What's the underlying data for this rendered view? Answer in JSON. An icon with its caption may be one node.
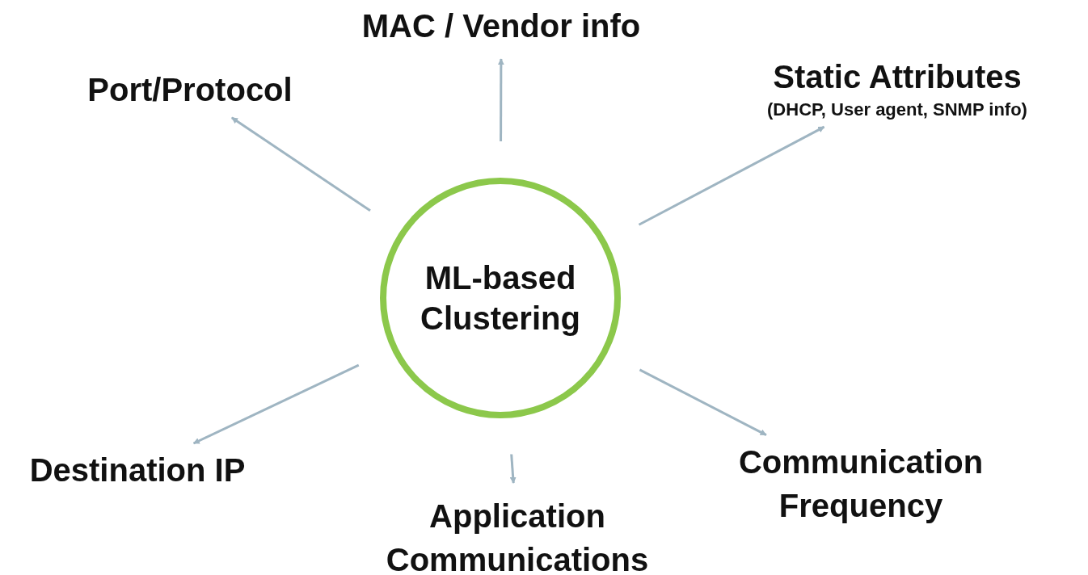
{
  "diagram": {
    "nodes": [
      {
        "text": [
          "ML-based Clustering"
        ]
      },
      {
        "text": [
          "Port/Protocol"
        ]
      },
      {
        "text": [
          "MAC / Vendor info"
        ]
      },
      {
        "text": [
          "Static Attributes",
          "(DHCP, User agent, SNMP info)"
        ]
      },
      {
        "text": [
          "Destination IP"
        ]
      },
      {
        "text": [
          "Application Communications"
        ]
      },
      {
        "text": [
          "Communication Frequency"
        ]
      }
    ],
    "edges": [
      {
        "from": 0,
        "to": 1,
        "arrow": "to"
      },
      {
        "from": 0,
        "to": 2,
        "arrow": "to"
      },
      {
        "from": 0,
        "to": 3,
        "arrow": "to"
      },
      {
        "from": 0,
        "to": 4,
        "arrow": "to"
      },
      {
        "from": 0,
        "to": 5,
        "arrow": "to"
      },
      {
        "from": 0,
        "to": 6,
        "arrow": "to"
      }
    ]
  }
}
